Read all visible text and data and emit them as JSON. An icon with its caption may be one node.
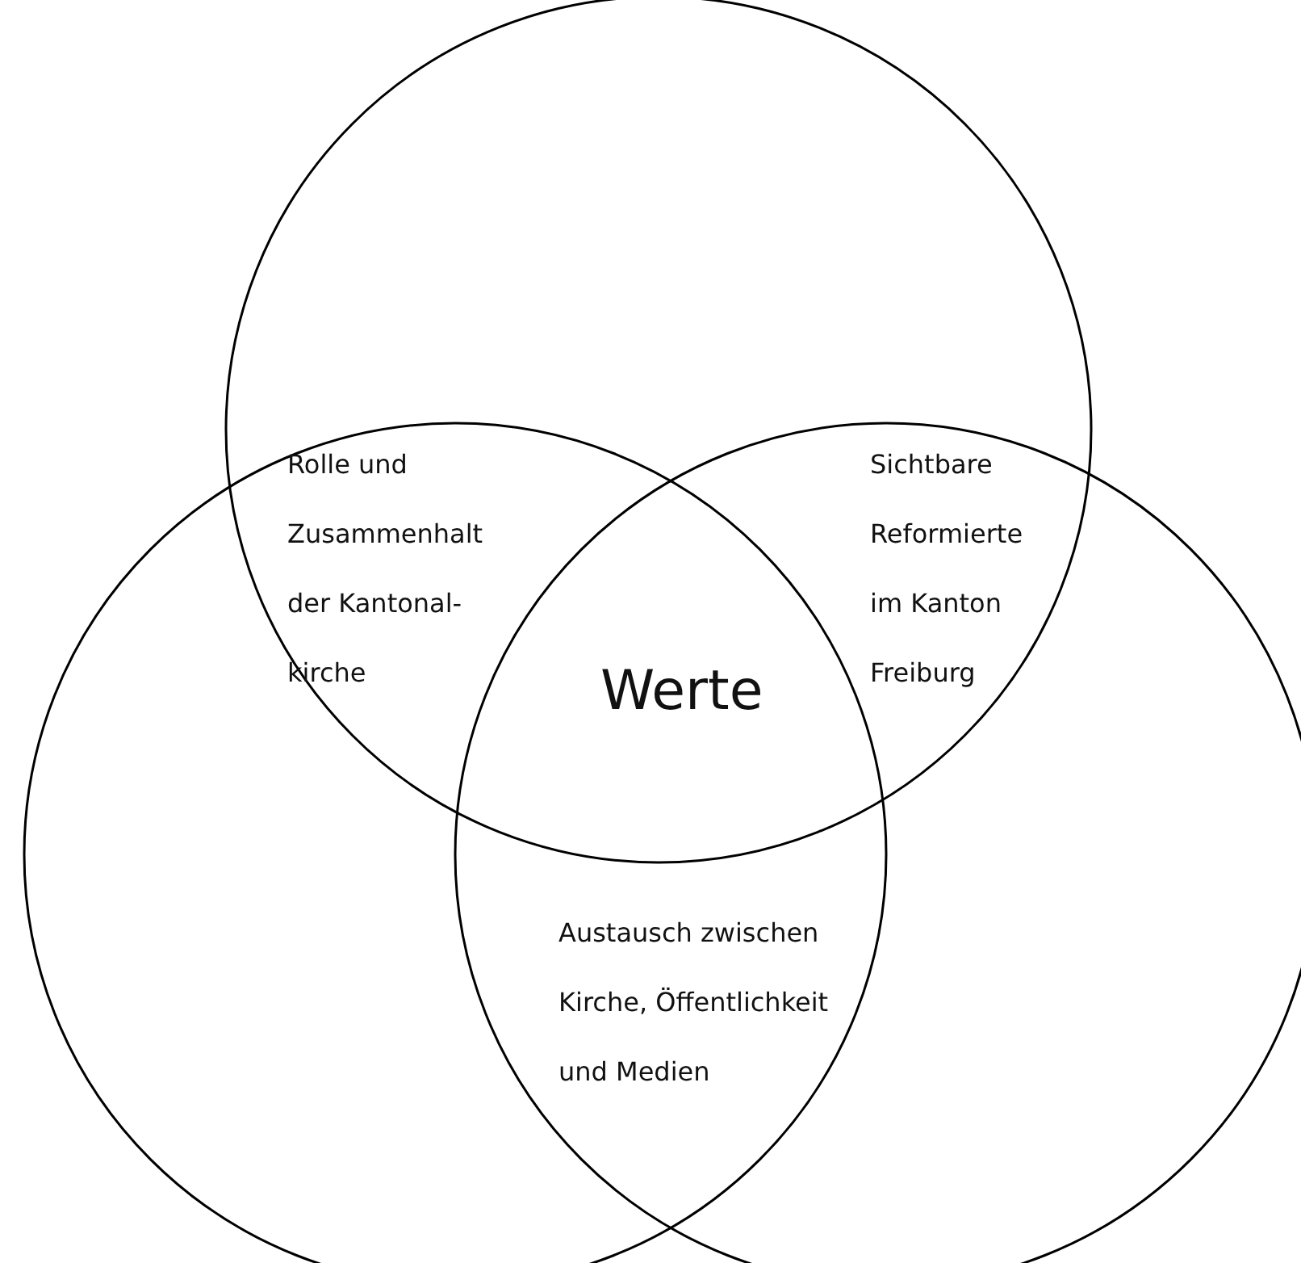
{
  "diagram": {
    "nodes": [
      {
        "text": [],
        "shape": "circle"
      },
      {
        "text": [],
        "shape": "circle"
      },
      {
        "text": [],
        "shape": "circle"
      }
    ],
    "edges": [],
    "labels": [
      "Rolle und Zusammenhalt der Kantonal- kirche",
      "Sichtbare Reformierte im Kanton Freiburg",
      "Werte",
      "Austausch zwischen Kirche, Öffentlichkeit und Medien"
    ]
  }
}
